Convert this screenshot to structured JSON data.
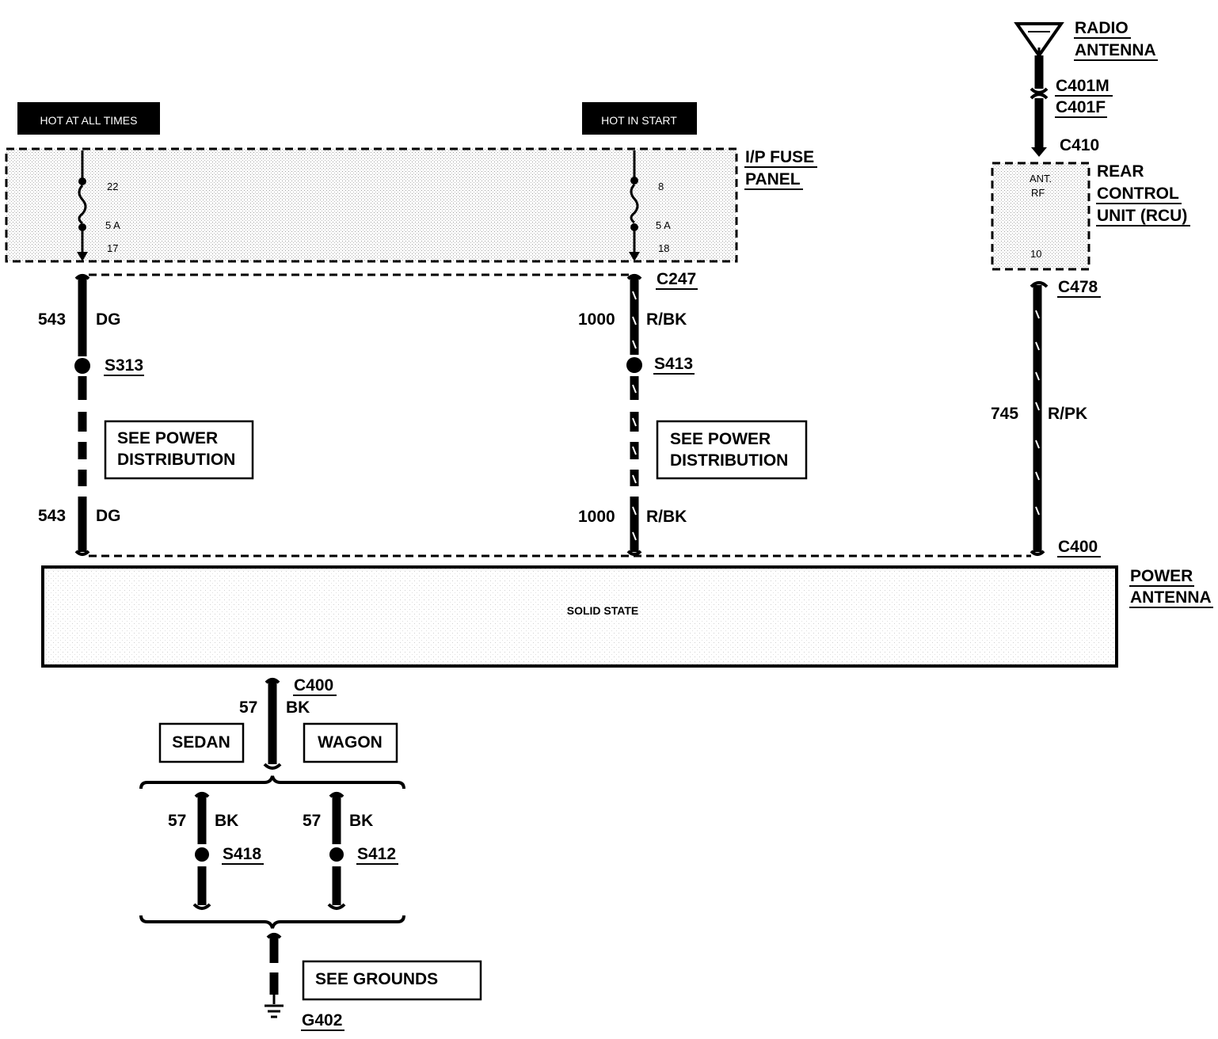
{
  "hot_labels": {
    "all_times": "HOT AT ALL TIMES",
    "in_start": "HOT IN START"
  },
  "fuse_panel": {
    "name_line1": "I/P FUSE",
    "name_line2": "PANEL",
    "fuse_a": {
      "number": "22",
      "rating": "5 A",
      "pin": "17"
    },
    "fuse_b": {
      "number": "8",
      "rating": "5 A",
      "pin": "18"
    }
  },
  "connectors": {
    "c247": "C247",
    "c478": "C478",
    "c400_top": "C400",
    "c400_bottom": "C400",
    "c401m": "C401M",
    "c401f": "C401F",
    "c410": "C410"
  },
  "radio_antenna": {
    "line1": "RADIO",
    "line2": "ANTENNA"
  },
  "rcu": {
    "line1": "REAR",
    "line2": "CONTROL",
    "line3": "UNIT (RCU)",
    "pin_name1": "ANT.",
    "pin_name2": "RF",
    "pin": "10"
  },
  "wires": {
    "left_top": {
      "circuit": "543",
      "color": "DG"
    },
    "left_bottom": {
      "circuit": "543",
      "color": "DG"
    },
    "mid_top": {
      "circuit": "1000",
      "color": "R/BK"
    },
    "mid_bottom": {
      "circuit": "1000",
      "color": "R/BK"
    },
    "right": {
      "circuit": "745",
      "color": "R/PK"
    },
    "ground_main": {
      "circuit": "57",
      "color": "BK"
    },
    "sedan": {
      "circuit": "57",
      "color": "BK"
    },
    "wagon": {
      "circuit": "57",
      "color": "BK"
    }
  },
  "splices": {
    "s313": "S313",
    "s413": "S413",
    "s418": "S418",
    "s412": "S412"
  },
  "see_boxes": {
    "power_left_line1": "SEE POWER",
    "power_left_line2": "DISTRIBUTION",
    "power_right_line1": "SEE POWER",
    "power_right_line2": "DISTRIBUTION",
    "grounds": "SEE GROUNDS"
  },
  "power_antenna": {
    "inner_label": "SOLID  STATE",
    "name_line1": "POWER",
    "name_line2": "ANTENNA"
  },
  "options": {
    "sedan": "SEDAN",
    "wagon": "WAGON"
  },
  "ground": "G402"
}
